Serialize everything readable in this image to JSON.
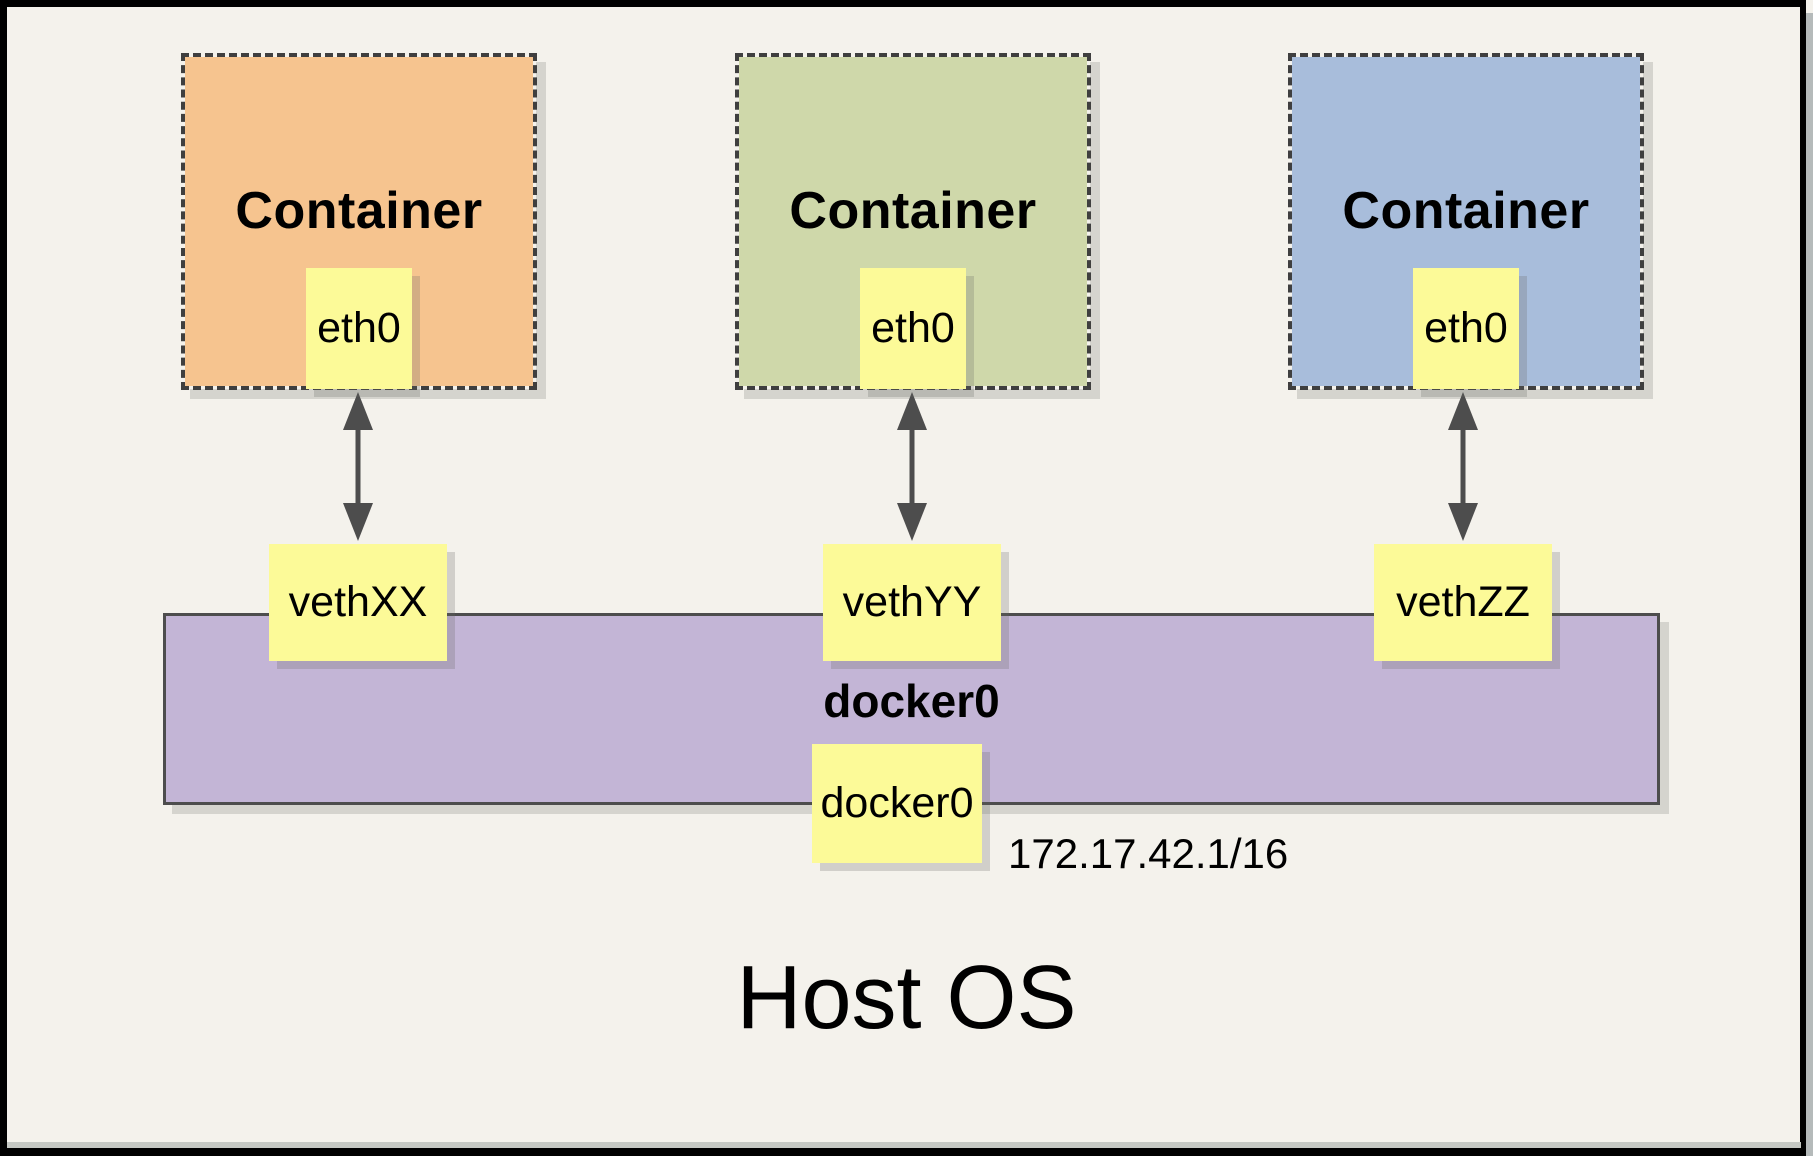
{
  "containers": [
    {
      "title": "Container",
      "port": "eth0",
      "fill": "#f6c48f"
    },
    {
      "title": "Container",
      "port": "eth0",
      "fill": "#cfd8aa"
    },
    {
      "title": "Container",
      "port": "eth0",
      "fill": "#a8bddb"
    }
  ],
  "veths": [
    {
      "label": "vethXX"
    },
    {
      "label": "vethYY"
    },
    {
      "label": "vethZZ"
    }
  ],
  "bridge": {
    "title": "docker0",
    "port": "docker0",
    "ip": "172.17.42.1/16",
    "fill": "#c3b5d6"
  },
  "host": {
    "label": "Host OS"
  },
  "colors": {
    "background": "#f4f2ec",
    "port_fill": "#fcfa98",
    "dash_border": "#3f3f3f",
    "arrow": "#4d4d4d",
    "frame_border": "#000000"
  }
}
